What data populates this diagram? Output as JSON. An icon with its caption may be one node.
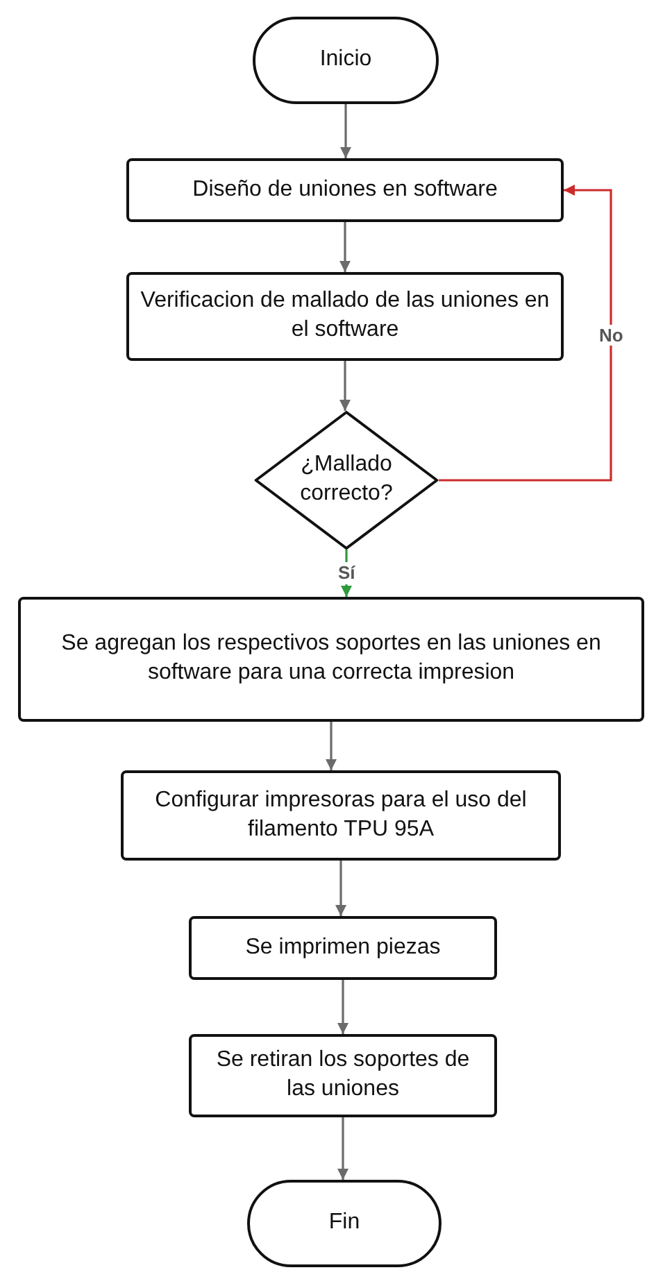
{
  "diagram": {
    "nodes": [
      {
        "text": [
          "Inicio"
        ]
      },
      {
        "text": [
          "Diseño de uniones en software"
        ]
      },
      {
        "text": [
          "Verificacion de mallado de las uniones en el software"
        ]
      },
      {
        "text": [
          "¿Mallado correcto?"
        ]
      },
      {
        "text": [
          "Se agregan los respectivos soportes  en las uniones en software  para una correcta impresion"
        ]
      },
      {
        "text": [
          "Configurar impresoras para el uso del filamento TPU 95A"
        ]
      },
      {
        "text": [
          "Se imprimen piezas"
        ]
      },
      {
        "text": [
          "Se retiran los soportes de las uniones"
        ]
      },
      {
        "text": [
          "Fin"
        ]
      }
    ],
    "edges": [
      {
        "from": 0,
        "to": 1,
        "arrow": "to"
      },
      {
        "from": 1,
        "to": 2,
        "arrow": "to"
      },
      {
        "from": 2,
        "to": 3,
        "arrow": "to"
      },
      {
        "from": 3,
        "to": 1,
        "arrow": "to",
        "label": "No",
        "color": "#cc2b2b"
      },
      {
        "from": 3,
        "to": 4,
        "arrow": "to",
        "label": "Sí",
        "color": "#2e9a3c"
      },
      {
        "from": 4,
        "to": 5,
        "arrow": "to"
      },
      {
        "from": 5,
        "to": 6,
        "arrow": "to"
      },
      {
        "from": 6,
        "to": 7,
        "arrow": "to"
      },
      {
        "from": 7,
        "to": 8,
        "arrow": "to"
      }
    ]
  }
}
